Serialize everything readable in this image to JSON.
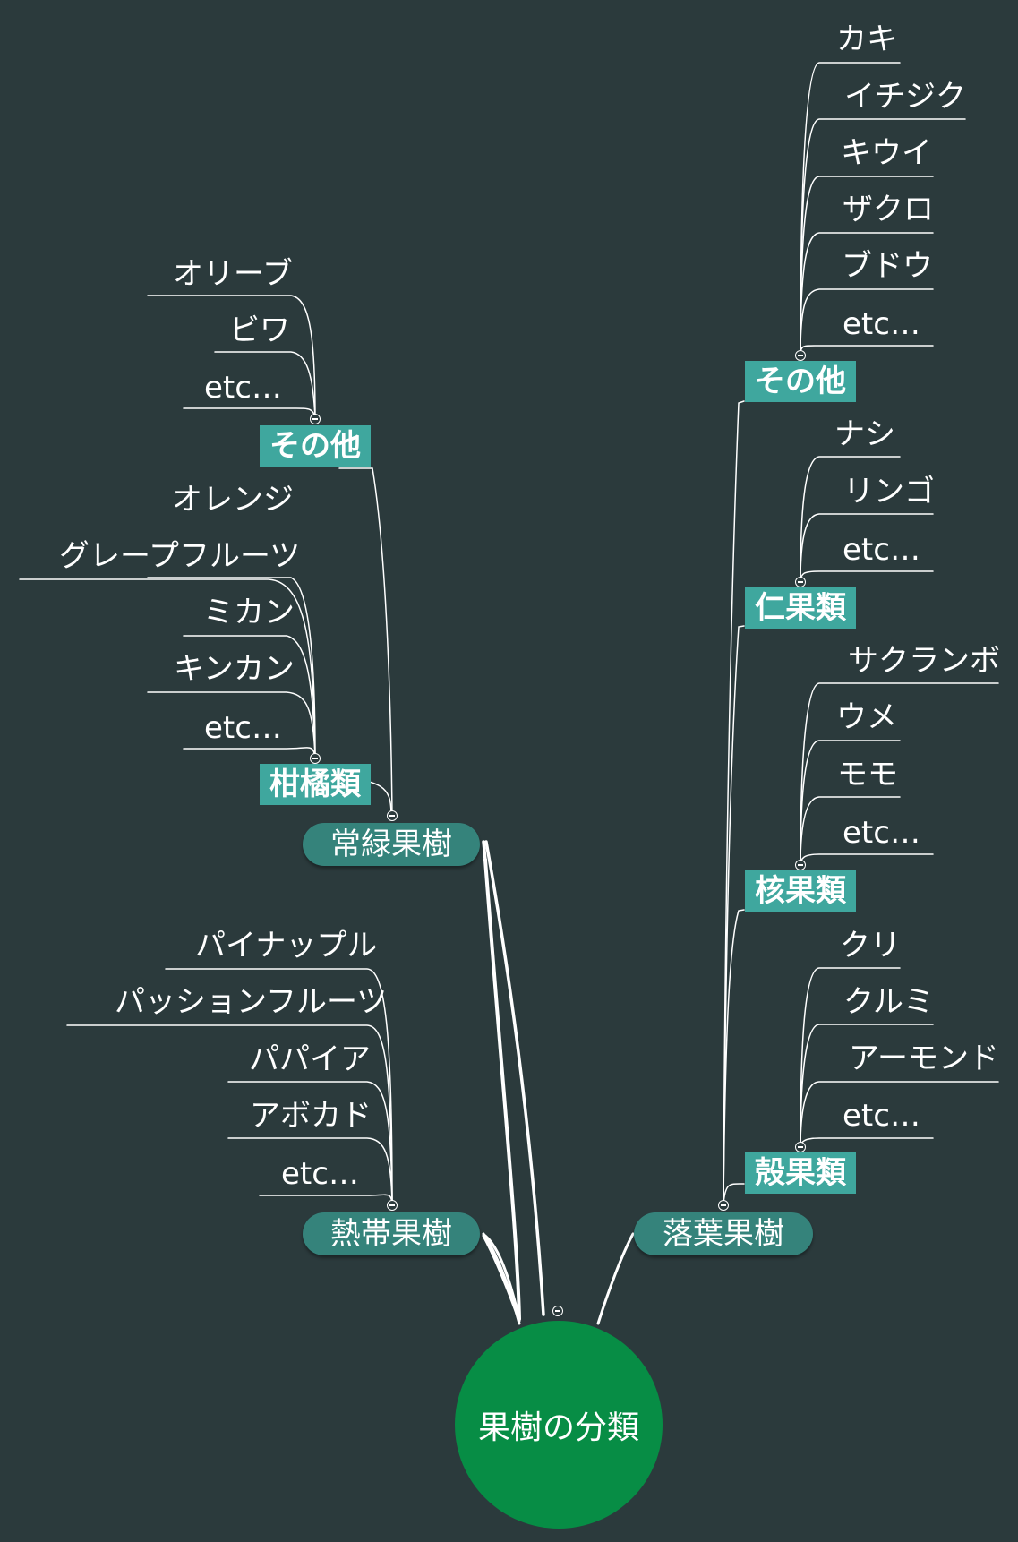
{
  "root": {
    "label": "果樹の分類"
  },
  "branches": {
    "evergreen": {
      "label": "常緑果樹",
      "categories": {
        "other": {
          "label": "その他",
          "items": [
            "オリーブ",
            "ビワ",
            "etc…"
          ]
        },
        "citrus": {
          "label": "柑橘類",
          "items": [
            "オレンジ",
            "グレープフルーツ",
            "ミカン",
            "キンカン",
            "etc…"
          ]
        }
      }
    },
    "tropical": {
      "label": "熱帯果樹",
      "items": [
        "パイナップル",
        "パッションフルーツ",
        "パパイア",
        "アボカド",
        "etc…"
      ]
    },
    "deciduous": {
      "label": "落葉果樹",
      "categories": {
        "other": {
          "label": "その他",
          "items": [
            "カキ",
            "イチジク",
            "キウイ",
            "ザクロ",
            "ブドウ",
            "etc…"
          ]
        },
        "pome": {
          "label": "仁果類",
          "items": [
            "ナシ",
            "リンゴ",
            "etc…"
          ]
        },
        "stone": {
          "label": "核果類",
          "items": [
            "サクランボ",
            "ウメ",
            "モモ",
            "etc…"
          ]
        },
        "nut": {
          "label": "殻果類",
          "items": [
            "クリ",
            "クルミ",
            "アーモンド",
            "etc…"
          ]
        }
      }
    }
  },
  "colors": {
    "background": "#2b3a3c",
    "root": "#078d45",
    "branch": "#35837b",
    "category": "#3fa79e",
    "line": "#ffffff"
  }
}
